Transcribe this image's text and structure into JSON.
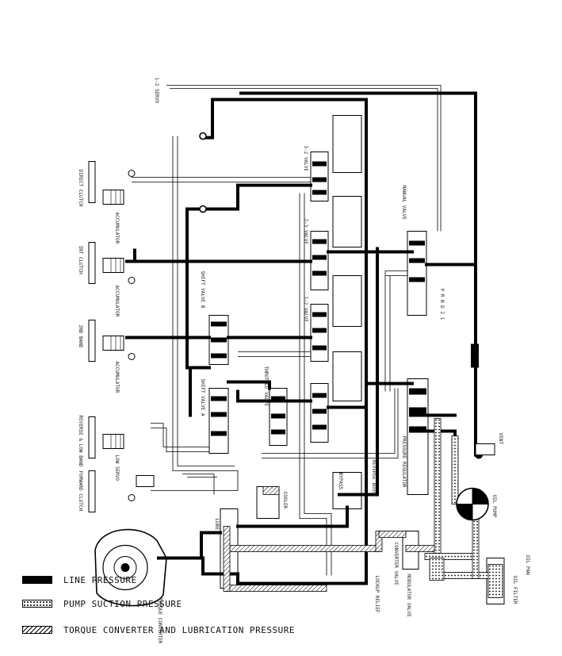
{
  "labels": {
    "servo_top": "1-2 SERVO",
    "clutch_top": "DIRECT CLUTCH",
    "clutch_mid": "INT CLUTCH",
    "accumulator_1": "ACCUMULATOR",
    "band_2nd": "2ND BAND",
    "accumulator_2": "ACCUMULATOR",
    "accumulator_3": "ACCUMULATOR",
    "band_reverse": "REVERSE & LOW BAND",
    "clutch_forward": "FORWARD CLUTCH",
    "servo_low": "LOW SERVO",
    "torque_converter": "TORQUE CONVERTER",
    "valve_3_2": "3-2 VALVE",
    "valve_2_3": "2-3 VALVE",
    "valve_1_2": "1-2 VALVE",
    "shift_valve_b": "SHIFT VALVE B",
    "shift_valve_a": "SHIFT VALVE A",
    "throttle_valve": "THROTTLE VALVE",
    "manual_valve": "MANUAL VALVE",
    "prnd": "P R N D 2 1",
    "pressure_reg": "PRESSURE REGULATOR",
    "pump_oil": "OIL PUMP",
    "filter_oil": "OIL FILTER",
    "pan_oil": "OIL PAN",
    "lube": "LUBE",
    "cooler": "COOLER",
    "bypass": "BYPASS",
    "vent": "VENT",
    "reverse_boost": "REVERSE BOOST",
    "converter_valve": "CONVERTER VALVE",
    "modulator_valve": "MODULATOR VALVE",
    "lockup_relief": "LOCKUP RELIEF"
  },
  "legend": {
    "items": [
      {
        "label": "LINE PRESSURE",
        "pattern": "solid-black"
      },
      {
        "label": "PUMP SUCTION PRESSURE",
        "pattern": "dotted"
      },
      {
        "label": "TORQUE CONVERTER AND LUBRICATION PRESSURE",
        "pattern": "hatched"
      }
    ]
  },
  "colors": {
    "line": "#000000",
    "background": "#ffffff"
  }
}
